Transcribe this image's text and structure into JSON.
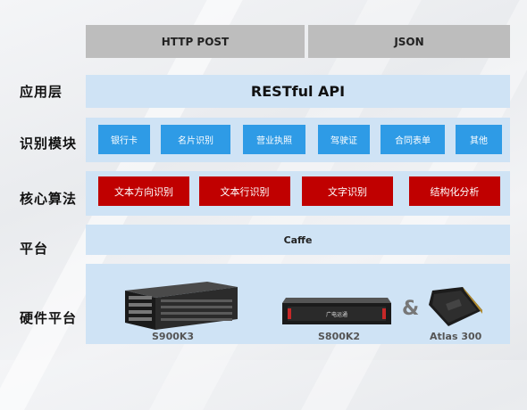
{
  "protocols": [
    {
      "label": "HTTP POST"
    },
    {
      "label": "JSON"
    }
  ],
  "layers": {
    "app": {
      "label": "应用层",
      "content": "RESTful API"
    },
    "recognition": {
      "label": "识别模块",
      "items": [
        "银行卡",
        "名片识别",
        "营业执照",
        "驾驶证",
        "合同表单",
        "其他"
      ]
    },
    "algorithms": {
      "label": "核心算法",
      "items": [
        "文本方向识别",
        "文本行识别",
        "文字识别",
        "结构化分析"
      ]
    },
    "platform": {
      "label": "平台",
      "content": "Caffe"
    },
    "hardware": {
      "label": "硬件平台",
      "devices": [
        {
          "name": "S900K3"
        },
        {
          "name": "S800K2",
          "panel_text": "广电运通"
        },
        {
          "name": "Atlas 300"
        }
      ],
      "separator": "&"
    }
  },
  "colors": {
    "band": "#cfe3f5",
    "protocol": "#bdbdbd",
    "module_blue": "#2e9be6",
    "algorithm_red": "#c00000"
  }
}
